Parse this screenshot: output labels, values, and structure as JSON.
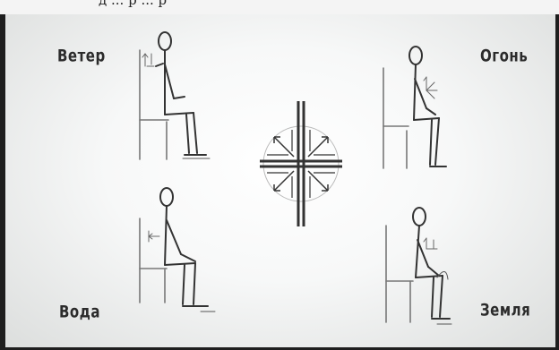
{
  "caption": "д ... р ... р",
  "labels": {
    "wind": "Ветер",
    "fire": "Огонь",
    "water": "Вода",
    "earth": "Земля"
  },
  "colors": {
    "ink": "#2b2b2b",
    "paper": "#f7f8f8",
    "border": "#1e1e1e"
  }
}
